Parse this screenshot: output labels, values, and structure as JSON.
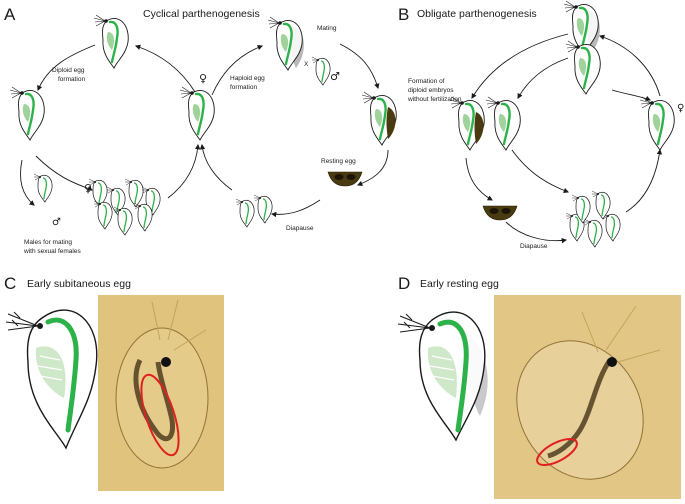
{
  "panels": {
    "A": {
      "letter": "A",
      "title": "Cyclical parthenogenesis",
      "labels": {
        "diploid_egg": [
          "Diploid egg",
          "formation"
        ],
        "haploid_egg": [
          "Haploid egg",
          "formation"
        ],
        "mating": "Mating",
        "cross": "X",
        "resting_egg": "Resting egg",
        "diapause": "Diapause",
        "males": [
          "Males for mating",
          "with sexual females"
        ]
      }
    },
    "B": {
      "letter": "B",
      "title": "Obligate  parthenogenesis",
      "labels": {
        "formation": [
          "Formation of",
          "diploid embryos",
          "without fertilization"
        ],
        "diapause": "Diapause"
      }
    },
    "C": {
      "letter": "C",
      "title": "Early subitaneous egg"
    },
    "D": {
      "letter": "D",
      "title": "Early resting egg"
    }
  },
  "symbols": {
    "female": "♀",
    "male": "♂"
  },
  "colors": {
    "gut_green": "#2db24a",
    "light_green": "#9fd39b",
    "ephippium_brown": "#4a3a10",
    "egg_dark": "#1c1407",
    "shell_grey": "#b8b8b8",
    "highlight_red": "#e02020",
    "photo_amber": "#d8b566"
  }
}
